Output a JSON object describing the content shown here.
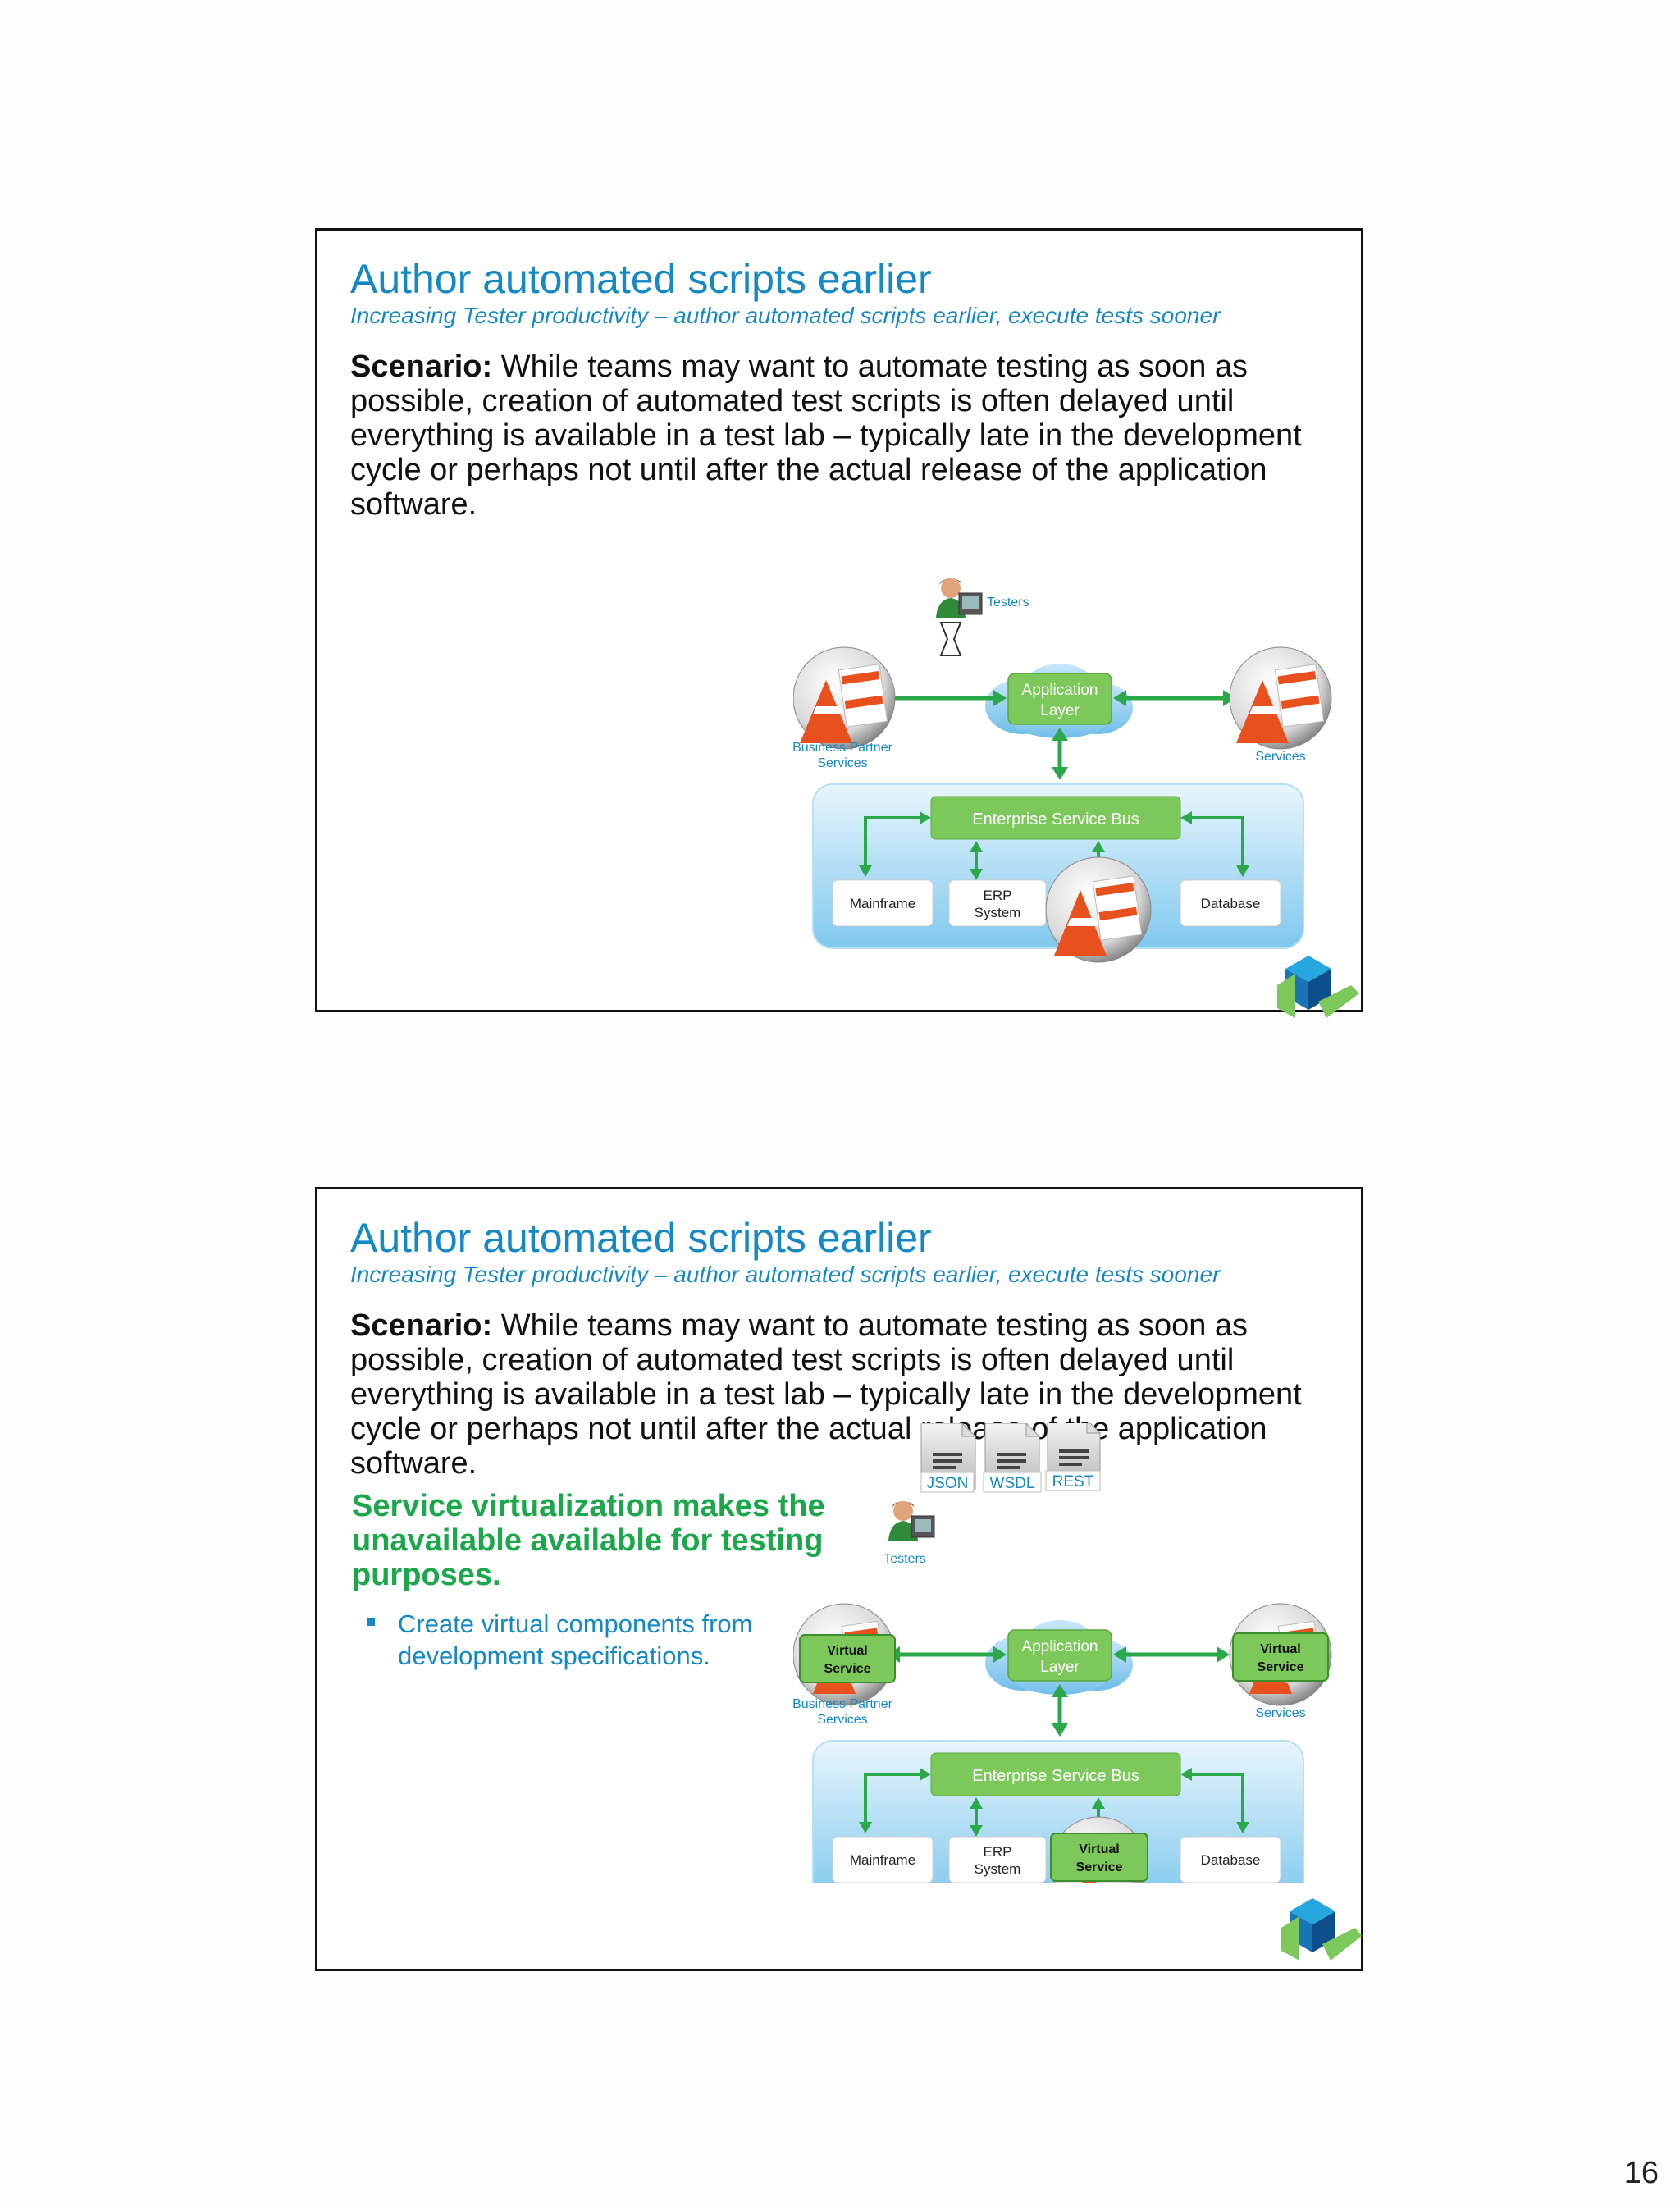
{
  "slides": [
    {
      "title": "Author automated scripts earlier",
      "subtitle": "Increasing Tester productivity – author automated scripts earlier, execute tests sooner",
      "scenario_label": "Scenario:",
      "scenario_text": " While teams may want to automate testing as soon as possible, creation of automated test scripts is often delayed until everything is available in a test lab – typically late in the development cycle or perhaps not until after the actual release of the application software.",
      "diagram": {
        "testers": "Testers",
        "app_layer_1": "Application",
        "app_layer_2": "Layer",
        "left_label_1": "Business Partner",
        "left_label_2": "Services",
        "right_label": "Services",
        "esb": "Enterprise Service Bus",
        "mainframe": "Mainframe",
        "erp_1": "ERP",
        "erp_2": "System",
        "database": "Database"
      }
    },
    {
      "title": "Author automated scripts earlier",
      "subtitle": "Increasing Tester productivity – author automated scripts earlier, execute tests sooner",
      "scenario_label": "Scenario:",
      "scenario_text": " While teams may want to automate testing as soon as possible, creation of automated test scripts is often delayed until everything is available in a test lab – typically late in the development cycle or perhaps not until after the actual release of the application software.",
      "highlight": "Service virtualization makes the unavailable available for testing purposes.",
      "bullet": "Create virtual components from development specifications.",
      "diagram": {
        "doc_1": "JSON",
        "doc_2": "WSDL",
        "doc_3": "REST",
        "testers": "Testers",
        "app_layer_1": "Application",
        "app_layer_2": "Layer",
        "left_label_1": "Business Partner",
        "left_label_2": "Services",
        "right_label": "Services",
        "virtual_1": "Virtual",
        "virtual_2": "Service",
        "esb": "Enterprise Service Bus",
        "mainframe": "Mainframe",
        "erp_1": "ERP",
        "erp_2": "System",
        "database": "Database"
      }
    }
  ],
  "page_number": "16",
  "colors": {
    "title_blue": "#1589c4",
    "green": "#1aa84a",
    "esb_green": "#7cc85a",
    "cone_orange": "#e8501e"
  }
}
